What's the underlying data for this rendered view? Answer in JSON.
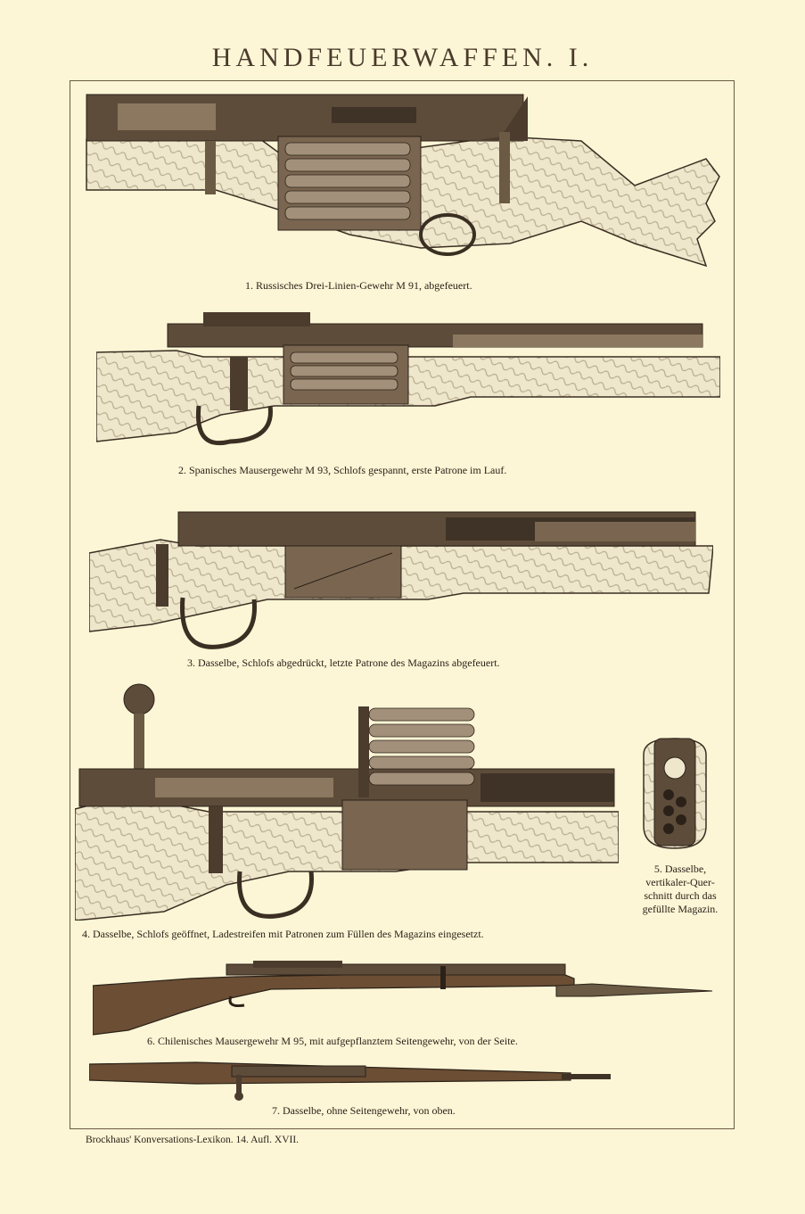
{
  "title": "HANDFEUERWAFFEN. I.",
  "figures": [
    {
      "caption": "1. Russisches Drei-Linien-Gewehr M 91, abgefeuert."
    },
    {
      "caption": "2. Spanisches Mausergewehr M 93, Schlofs gespannt, erste Patrone im Lauf."
    },
    {
      "caption": "3. Dasselbe, Schlofs abgedrückt, letzte Patrone des Magazins abgefeuert."
    },
    {
      "caption": "4. Dasselbe, Schlofs geöffnet, Ladestreifen mit Patronen zum Füllen des Magazins eingesetzt."
    },
    {
      "caption_lines": [
        "5. Dasselbe,",
        "vertikaler-Quer-",
        "schnitt durch das",
        "gefüllte Magazin."
      ]
    },
    {
      "caption": "6. Chilenisches Mausergewehr M 95, mit aufgepflanztem Seitengewehr, von der Seite."
    },
    {
      "caption": "7. Dasselbe, ohne Seitengewehr, von oben."
    }
  ],
  "footer": "Brockhaus' Konversations-Lexikon.   14. Aufl.   XVII."
}
